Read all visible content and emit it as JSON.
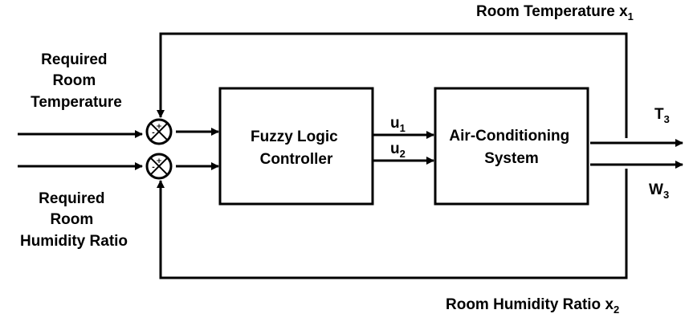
{
  "input_labels": {
    "temperature": [
      "Required",
      "Room",
      "Temperature"
    ],
    "humidity": [
      "Required",
      "Room",
      "Humidity Ratio"
    ]
  },
  "blocks": {
    "controller": [
      "Fuzzy Logic",
      "Controller"
    ],
    "plant": [
      "Air-Conditioning",
      "System"
    ]
  },
  "signals": {
    "u1": {
      "base": "u",
      "sub": "1"
    },
    "u2": {
      "base": "u",
      "sub": "2"
    },
    "t3": {
      "base": "T",
      "sub": "3"
    },
    "w3": {
      "base": "W",
      "sub": "3"
    }
  },
  "feedback": {
    "x1": {
      "base": "Room Temperature x",
      "sub": "1"
    },
    "x2": {
      "base": "Room Humidity Ratio x",
      "sub": "2"
    }
  },
  "summing_signs": {
    "top": {
      "top": "+",
      "left": "-"
    },
    "bottom": {
      "top": "+",
      "left": "-"
    }
  }
}
